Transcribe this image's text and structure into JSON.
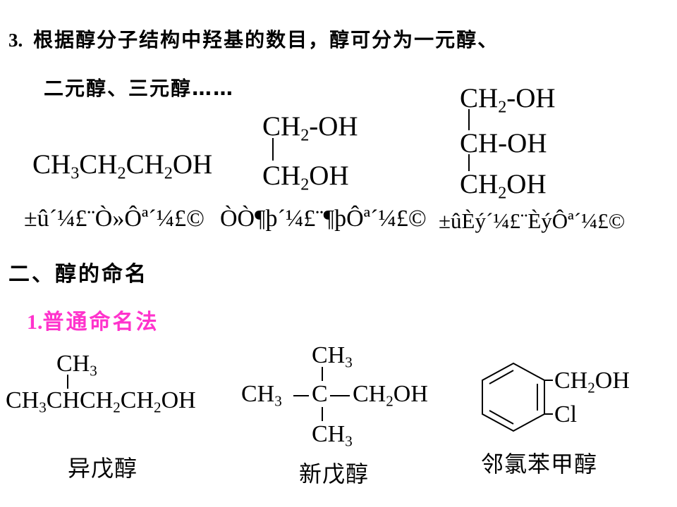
{
  "section3": {
    "number": "3.",
    "line1": "根据醇分子结构中羟基的数目，醇可分为一元醇、",
    "line2": "二元醇、三元醇……"
  },
  "formulas": {
    "propanol": {
      "parts": [
        "CH",
        "3",
        "CH",
        "2",
        "CH",
        "2",
        "OH"
      ]
    },
    "glycol": {
      "top": [
        "CH",
        "2",
        "-OH"
      ],
      "bottom": [
        "CH",
        "2",
        "OH"
      ]
    },
    "glycerol": {
      "top": [
        "CH",
        "2",
        "-OH"
      ],
      "middle": "CH-OH",
      "bottom": [
        "CH",
        "2",
        "OH"
      ]
    }
  },
  "garbled_labels": {
    "propanol": "±û´¼£¨Ò»Ôª´¼£©",
    "glycol": "ÒÒ¶þ´¼£¨¶þÔª´¼£©",
    "glycerol": "±ûÈý´¼£¨ÈýÔª´¼£©"
  },
  "section_two": {
    "heading": "二、醇的命名",
    "sub_number": "1.",
    "sub_heading": "普通命名法"
  },
  "naming": {
    "isoamyl": {
      "branch": [
        "CH",
        "3"
      ],
      "main": [
        "CH",
        "3",
        "CHCH",
        "2",
        "CH",
        "2",
        "OH"
      ],
      "name": "异戊醇"
    },
    "neopentyl": {
      "top": [
        "CH",
        "3"
      ],
      "left": [
        "CH",
        "3"
      ],
      "center": "C",
      "right": [
        "CH",
        "2",
        "OH"
      ],
      "bottom": [
        "CH",
        "3"
      ],
      "name": "新戊醇"
    },
    "chlorobenzyl": {
      "sub1": [
        "CH",
        "2",
        "OH"
      ],
      "sub2": "Cl",
      "name": "邻氯苯甲醇"
    }
  },
  "colors": {
    "text": "#000000",
    "accent_pink": "#ff33cc",
    "background": "#ffffff"
  }
}
